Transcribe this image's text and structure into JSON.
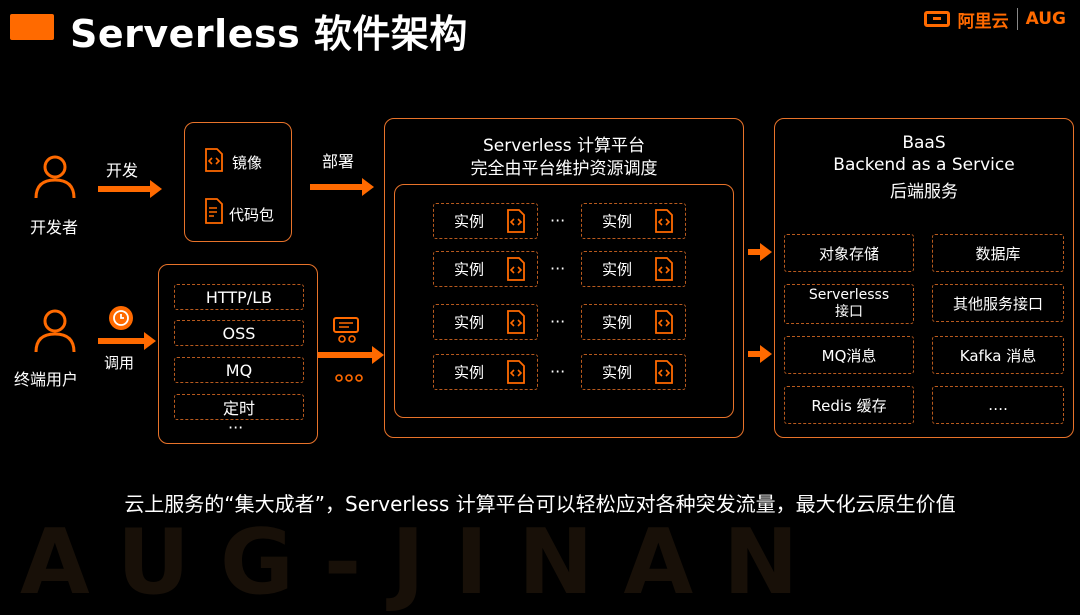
{
  "header": {
    "title": "Serverless 软件架构",
    "brand_name": "阿里云",
    "brand_event": "AUG"
  },
  "actors": {
    "developer": {
      "label": "开发者",
      "action": "开发"
    },
    "end_user": {
      "label": "终端用户",
      "action": "调用"
    }
  },
  "artifacts": [
    {
      "label": "镜像",
      "icon": "code-file-icon"
    },
    {
      "label": "代码包",
      "icon": "package-file-icon"
    }
  ],
  "deploy_label": "部署",
  "triggers": [
    "HTTP/LB",
    "OSS",
    "MQ",
    "定时",
    "···"
  ],
  "platform": {
    "title": "Serverless 计算平台",
    "subtitle": "完全由平台维护资源调度",
    "instance_label": "实例",
    "ellipsis": "···"
  },
  "baas": {
    "title": "BaaS",
    "subtitle": "Backend as a Service",
    "subtitle_cn": "后端服务",
    "services": [
      "对象存储",
      "数据库",
      "Serverlesss\n接口",
      "其他服务接口",
      "MQ消息",
      "Kafka 消息",
      "Redis 缓存",
      "…."
    ]
  },
  "footer": "云上服务的“集大成者”，Serverless 计算平台可以轻松应对各种突发流量，最大化云原生价值",
  "watermark": "AUG-JINAN",
  "colors": {
    "accent": "#ff6a00",
    "border": "#e8732a",
    "background": "#000000"
  }
}
